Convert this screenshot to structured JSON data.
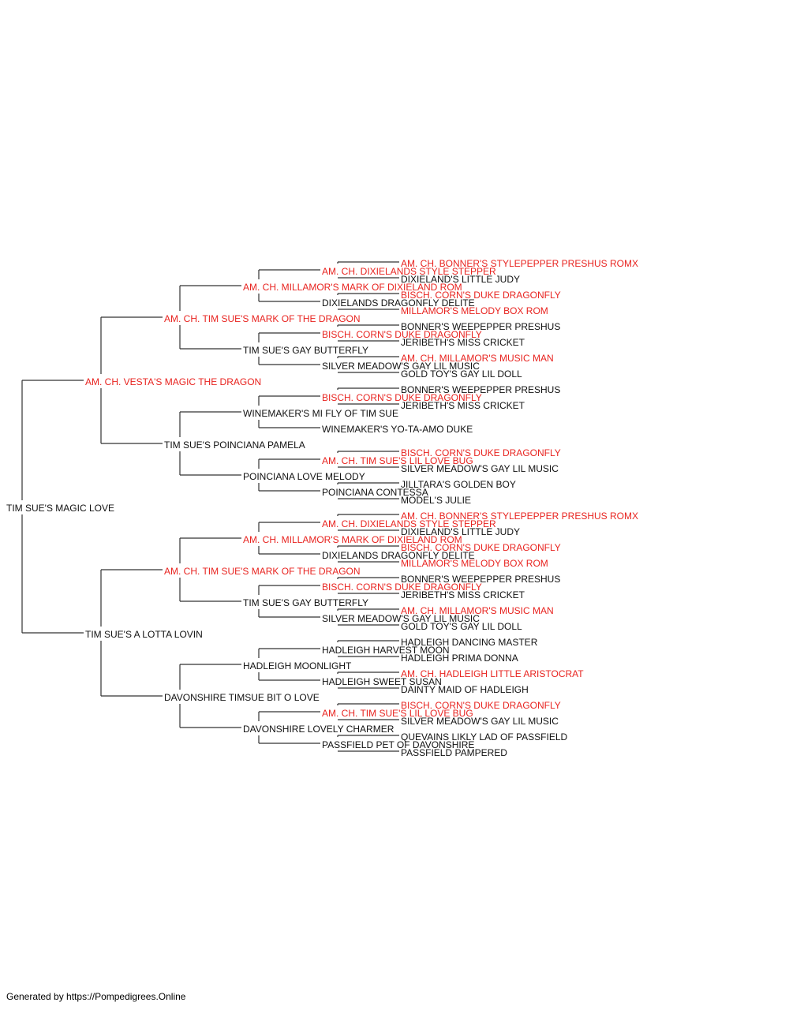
{
  "colors": {
    "champion": "#e8231f",
    "normal": "#111111",
    "line": "#333333"
  },
  "footer": "Generated by https://Pompedigrees.Online",
  "tree": {
    "name": "TIM SUE'S MAGIC LOVE",
    "champion": false,
    "sire": {
      "name": "AM. CH. VESTA'S MAGIC THE DRAGON",
      "champion": true,
      "sire": {
        "name": "AM. CH. TIM SUE'S MARK OF THE DRAGON",
        "champion": true,
        "sire": {
          "name": "AM. CH. MILLAMOR'S MARK OF DIXIELAND ROM",
          "champion": true,
          "sire": {
            "name": "AM. CH. DIXIELANDS STYLE STEPPER",
            "champion": true,
            "sire": {
              "name": "AM. CH. BONNER'S STYLEPEPPER PRESHUS ROMX",
              "champion": true
            },
            "dam": {
              "name": "DIXIELAND'S LITTLE JUDY",
              "champion": false
            }
          },
          "dam": {
            "name": "DIXIELANDS DRAGONFLY DELITE",
            "champion": false,
            "sire": {
              "name": "BISCH. CORN'S DUKE DRAGONFLY",
              "champion": true
            },
            "dam": {
              "name": "MILLAMOR'S MELODY BOX ROM",
              "champion": true
            }
          }
        },
        "dam": {
          "name": "TIM SUE'S GAY BUTTERFLY",
          "champion": false,
          "sire": {
            "name": "BISCH. CORN'S DUKE DRAGONFLY",
            "champion": true,
            "sire": {
              "name": "BONNER'S WEEPEPPER PRESHUS",
              "champion": false
            },
            "dam": {
              "name": "JERIBETH'S MISS CRICKET",
              "champion": false
            }
          },
          "dam": {
            "name": "SILVER MEADOW'S GAY LIL MUSIC",
            "champion": false,
            "sire": {
              "name": "AM. CH. MILLAMOR'S MUSIC MAN",
              "champion": true
            },
            "dam": {
              "name": "GOLD TOY'S GAY LIL DOLL",
              "champion": false
            }
          }
        }
      },
      "dam": {
        "name": "TIM SUE'S POINCIANA PAMELA",
        "champion": false,
        "sire": {
          "name": "WINEMAKER'S MI FLY OF TIM SUE",
          "champion": false,
          "sire": {
            "name": "BISCH. CORN'S DUKE DRAGONFLY",
            "champion": true,
            "sire": {
              "name": "BONNER'S WEEPEPPER PRESHUS",
              "champion": false
            },
            "dam": {
              "name": "JERIBETH'S MISS CRICKET",
              "champion": false
            }
          },
          "dam": {
            "name": "WINEMAKER'S YO-TA-AMO DUKE",
            "champion": false
          }
        },
        "dam": {
          "name": "POINCIANA LOVE MELODY",
          "champion": false,
          "sire": {
            "name": "AM. CH. TIM SUE'S LIL LOVE BUG",
            "champion": true,
            "sire": {
              "name": "BISCH. CORN'S DUKE DRAGONFLY",
              "champion": true
            },
            "dam": {
              "name": "SILVER MEADOW'S GAY LIL MUSIC",
              "champion": false
            }
          },
          "dam": {
            "name": "POINCIANA CONTESSA",
            "champion": false,
            "sire": {
              "name": "JILLTARA'S GOLDEN BOY",
              "champion": false
            },
            "dam": {
              "name": "MODEL'S JULIE",
              "champion": false
            }
          }
        }
      }
    },
    "dam": {
      "name": "TIM SUE'S A LOTTA LOVIN",
      "champion": false,
      "sire": {
        "name": "AM. CH. TIM SUE'S MARK OF THE DRAGON",
        "champion": true,
        "sire": {
          "name": "AM. CH. MILLAMOR'S MARK OF DIXIELAND ROM",
          "champion": true,
          "sire": {
            "name": "AM. CH. DIXIELANDS STYLE STEPPER",
            "champion": true,
            "sire": {
              "name": "AM. CH. BONNER'S STYLEPEPPER PRESHUS ROMX",
              "champion": true
            },
            "dam": {
              "name": "DIXIELAND'S LITTLE JUDY",
              "champion": false
            }
          },
          "dam": {
            "name": "DIXIELANDS DRAGONFLY DELITE",
            "champion": false,
            "sire": {
              "name": "BISCH. CORN'S DUKE DRAGONFLY",
              "champion": true
            },
            "dam": {
              "name": "MILLAMOR'S MELODY BOX ROM",
              "champion": true
            }
          }
        },
        "dam": {
          "name": "TIM SUE'S GAY BUTTERFLY",
          "champion": false,
          "sire": {
            "name": "BISCH. CORN'S DUKE DRAGONFLY",
            "champion": true,
            "sire": {
              "name": "BONNER'S WEEPEPPER PRESHUS",
              "champion": false
            },
            "dam": {
              "name": "JERIBETH'S MISS CRICKET",
              "champion": false
            }
          },
          "dam": {
            "name": "SILVER MEADOW'S GAY LIL MUSIC",
            "champion": false,
            "sire": {
              "name": "AM. CH. MILLAMOR'S MUSIC MAN",
              "champion": true
            },
            "dam": {
              "name": "GOLD TOY'S GAY LIL DOLL",
              "champion": false
            }
          }
        }
      },
      "dam": {
        "name": "DAVONSHIRE TIMSUE BIT O LOVE",
        "champion": false,
        "sire": {
          "name": "HADLEIGH MOONLIGHT",
          "champion": false,
          "sire": {
            "name": "HADLEIGH HARVEST MOON",
            "champion": false,
            "sire": {
              "name": "HADLEIGH DANCING MASTER",
              "champion": false
            },
            "dam": {
              "name": "HADLEIGH PRIMA DONNA",
              "champion": false
            }
          },
          "dam": {
            "name": "HADLEIGH SWEET SUSAN",
            "champion": false,
            "sire": {
              "name": "AM. CH. HADLEIGH LITTLE ARISTOCRAT",
              "champion": true
            },
            "dam": {
              "name": "DAINTY MAID OF HADLEIGH",
              "champion": false
            }
          }
        },
        "dam": {
          "name": "DAVONSHIRE LOVELY CHARMER",
          "champion": false,
          "sire": {
            "name": "AM. CH. TIM SUE'S LIL LOVE BUG",
            "champion": true,
            "sire": {
              "name": "BISCH. CORN'S DUKE DRAGONFLY",
              "champion": true
            },
            "dam": {
              "name": "SILVER MEADOW'S GAY LIL MUSIC",
              "champion": false
            }
          },
          "dam": {
            "name": "PASSFIELD PET OF DAVONSHIRE",
            "champion": false,
            "sire": {
              "name": "QUEVAINS LIKLY LAD OF PASSFIELD",
              "champion": false
            },
            "dam": {
              "name": "PASSFIELD PAMPERED",
              "champion": false
            }
          }
        }
      }
    }
  }
}
